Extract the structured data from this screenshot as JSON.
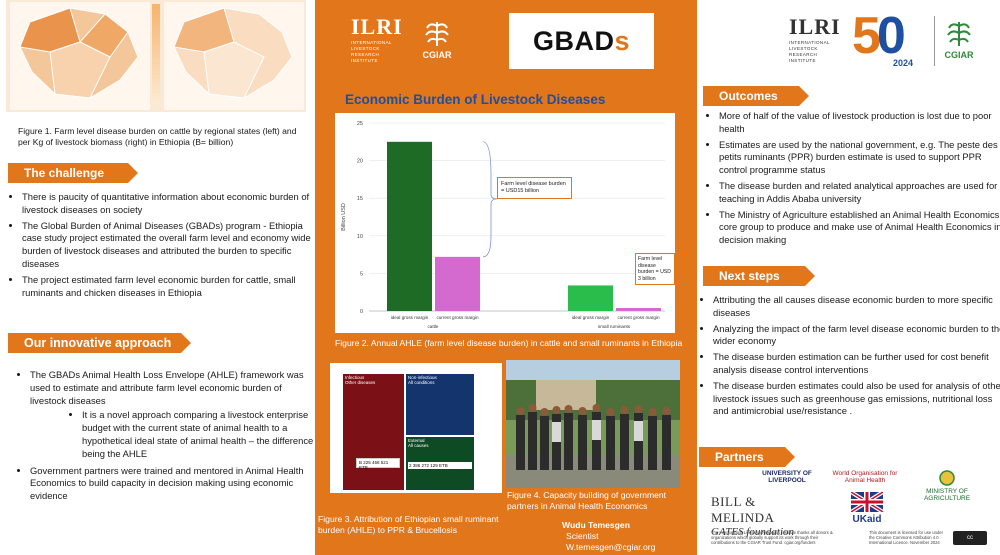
{
  "left": {
    "figure1_caption": "Figure 1. Farm  level disease burden on cattle by regional states (left) and per Kg of livestock  biomass  (right) in Ethiopia  (B= billion)",
    "challenge": {
      "title": "The challenge",
      "items": [
        "There is paucity of quantitative information about economic burden of livestock diseases on society",
        "The Global Burden of Animal Diseases (GBADs) program - Ethiopia case study project estimated the overall farm level and economy wide burden of livestock diseases and attributed the burden to specific diseases",
        "The project estimated farm level economic burden for cattle, small ruminants and chicken diseases in Ethiopia"
      ]
    },
    "approach": {
      "title": "Our innovative approach",
      "items": [
        "The GBADs Animal Health Loss Envelope (AHLE) framework was used to estimate and attribute  farm level economic burden of livestock diseases",
        "Government partners were trained and mentored in Animal Health Economics to build capacity in decision making using economic evidence"
      ],
      "sub_item": "It is a novel approach comparing  a livestock enterprise budget with the current state  of animal health to a hypothetical ideal state of animal health – the difference being the AHLE"
    }
  },
  "middle": {
    "ilri": {
      "name": "ILRI",
      "sub": "INTERNATIONAL LIVESTOCK RESEARCH INSTITUTE"
    },
    "cgiar": "CGIAR",
    "gbads": {
      "main": "GBAD",
      "last": "s"
    },
    "chart_title": "Economic Burden of Livestock Diseases",
    "figure2_caption": "Figure 2. Annual AHLE (farm level disease burden) in cattle and small ruminants in Ethiopia",
    "figure3_caption": "Figure 3. Attribution of Ethiopian small ruminant burden (AHLE) to PPR & Brucellosis",
    "figure4_caption": "Figure 4. Capacity building of government partners in Animal Health Economics",
    "callout1": "Farm level disease burden = USD15 billion",
    "callout2": "Farm level disease burden = USD 3 billion",
    "treemap": {
      "t1": "Infectious",
      "t1b": "Other diseases",
      "t2": "Non-infectious",
      "t2b": "All conditions",
      "t3": "External",
      "t3b": "All causes",
      "v1": "B 225 458 521 ETB",
      "v2": "2 386 272 129 ETB"
    },
    "author": {
      "name": "Wudu Temesgen",
      "role": "Scientist",
      "email": "W.temesgen@cgiar.org"
    }
  },
  "chart_data": {
    "type": "bar",
    "title": "Economic Burden of Livestock Diseases",
    "ylabel": "Billion USD",
    "ylim": [
      0,
      25
    ],
    "yticks": [
      0,
      5,
      10,
      15,
      20,
      25
    ],
    "groups": [
      {
        "name": "cattle",
        "bars": [
          {
            "label": "ideal gross margin",
            "value": 22.5,
            "color": "#1e6b25"
          },
          {
            "label": "current gross margin",
            "value": 7.2,
            "color": "#d46ad0"
          }
        ]
      },
      {
        "name": "small ruminants",
        "bars": [
          {
            "label": "ideal gross margin",
            "value": 3.4,
            "color": "#2bbd4c"
          },
          {
            "label": "current gross margin",
            "value": 0.4,
            "color": "#d46ad0"
          }
        ]
      }
    ]
  },
  "right": {
    "logo_50": {
      "five": "5",
      "zero": "0",
      "year": "2024"
    },
    "outcomes": {
      "title": "Outcomes",
      "items": [
        "More of half of the value of livestock production is lost due to poor health",
        "Estimates are used by the national government, e.g. The peste des petits ruminants (PPR) burden estimate is used to support PPR control programme status",
        "The  disease burden and related analytical approaches are used for teaching in Addis Ababa university",
        "The Ministry of Agriculture established an Animal Health Economics core group to produce and make use of Animal Health Economics in decision making"
      ]
    },
    "next": {
      "title": "Next steps",
      "items": [
        "Attributing the all causes disease economic burden to more specific diseases",
        "Analyzing the impact of the farm level disease economic burden to the wider economy",
        "The disease burden estimation can be further used for cost benefit analysis disease control interventions",
        "The disease burden estimates could also be used for analysis of other livestock issues such as greenhouse gas emissions, nutritional loss and  antimicrobial use/resistance ."
      ]
    },
    "partners": {
      "title": "Partners",
      "liverpool": "UNIVERSITY OF LIVERPOOL",
      "woah": "World Organisation for Animal Health",
      "ministry": "MINISTRY OF AGRICULTURE",
      "gates1": "BILL & MELINDA",
      "gates2": "GATES foundation",
      "ukaid": "UKaid"
    },
    "footer_left": "The International Livestock Research Institute thanks all donors & organizations which globally support its work through their contributions to the CGIAR Trust Fund. cgiar.org/funders",
    "footer_right": "This document is licensed for use under the Creative Commons Attribution 4.0 International Licence. November 2024"
  }
}
